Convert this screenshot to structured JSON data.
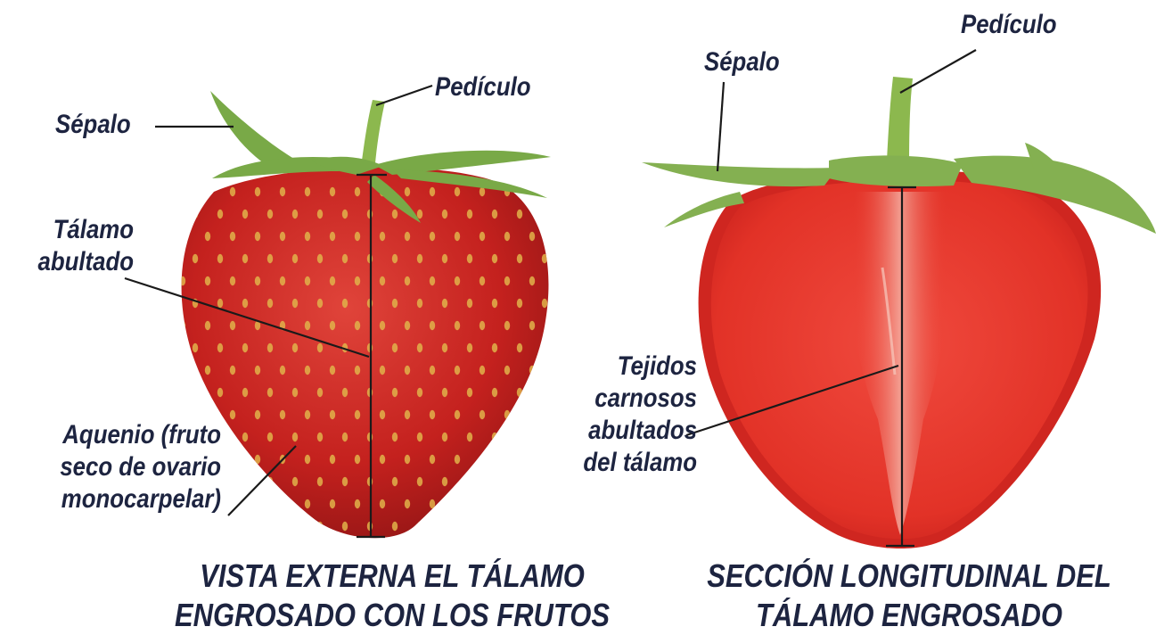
{
  "left_figure": {
    "labels": {
      "pediculo": "Pedículo",
      "sepalo": "Sépalo",
      "talamo": "Tálamo\nabultado",
      "aquenio": "Aquenio (fruto\nseco de ovario\nmonocarpelar)"
    },
    "caption": "VISTA EXTERNA EL TÁLAMO\nENGROSADO CON LOS FRUTOS"
  },
  "right_figure": {
    "labels": {
      "pediculo": "Pedículo",
      "sepalo": "Sépalo",
      "tejidos": "Tejidos\ncarnosos\nabultados\ndel tálamo"
    },
    "caption": "SECCIÓN LONGITUDINAL DEL\nTÁLAMO ENGROSADO"
  },
  "colors": {
    "label_text": "#1d2440",
    "leader_line": "#1a1a1a",
    "fruit_skin": "#c4211e",
    "fruit_flesh": "#e8382c",
    "core": "#f3a89b",
    "sepal": "#7fae4c",
    "achene": "#e0b24a"
  }
}
